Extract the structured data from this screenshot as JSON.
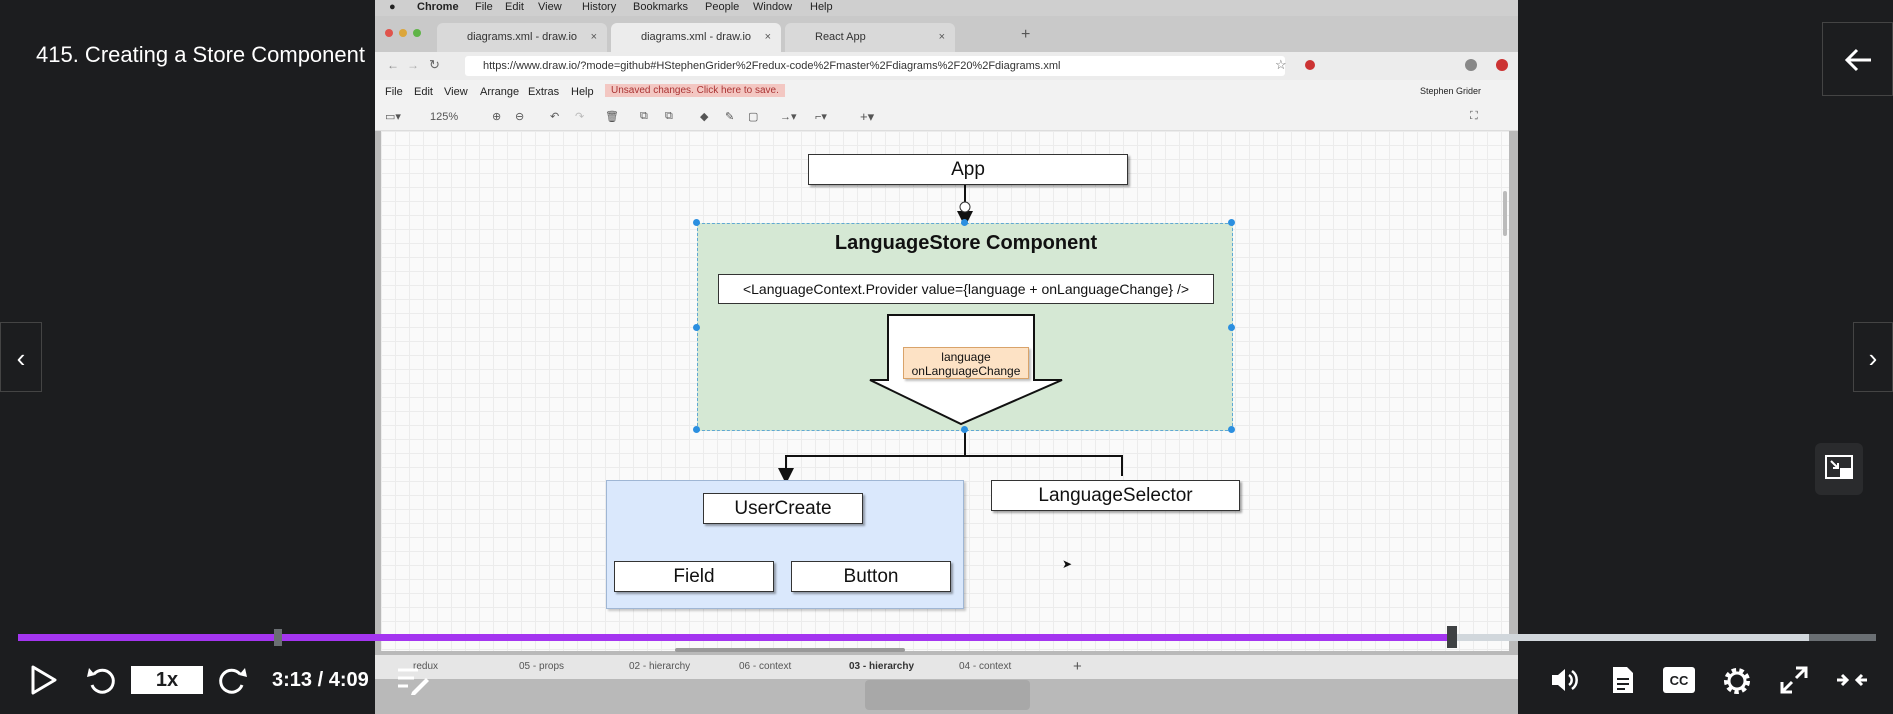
{
  "lesson": {
    "title": "415. Creating a Store Component"
  },
  "mac_menu": {
    "app": "Chrome",
    "items": [
      "File",
      "Edit",
      "View",
      "History",
      "Bookmarks",
      "People",
      "Window",
      "Help"
    ]
  },
  "browser": {
    "tabs": [
      "diagrams.xml - draw.io",
      "diagrams.xml - draw.io",
      "React App"
    ],
    "url": "https://www.draw.io/?mode=github#HStephenGrider%2Fredux-code%2Fmaster%2Fdiagrams%2F20%2Fdiagrams.xml",
    "user": "Stephen Grider"
  },
  "drawio": {
    "menu": [
      "File",
      "Edit",
      "View",
      "Arrange",
      "Extras",
      "Help"
    ],
    "unsaved": "Unsaved changes. Click here to save.",
    "zoom": "125%",
    "pages": [
      "redux",
      "05 - props",
      "02 - hierarchy",
      "06 - context",
      "03 - hierarchy",
      "04 - context"
    ],
    "active_page": "03 - hierarchy"
  },
  "diagram": {
    "app": "App",
    "store_title": "LanguageStore Component",
    "provider": "<LanguageContext.Provider value={language + onLanguageChange} />",
    "values_1": "language",
    "values_2": "onLanguageChange",
    "user_create": "UserCreate",
    "field": "Field",
    "button": "Button",
    "language_selector": "LanguageSelector"
  },
  "player": {
    "speed": "1x",
    "time": "3:13 / 4:09",
    "progress": 0.772,
    "buffered": 0.964,
    "accent": "#a435f0"
  },
  "icons": [
    "play-icon",
    "rewind-icon",
    "forward-icon",
    "notes-icon",
    "volume-icon",
    "transcript-icon",
    "captions-icon",
    "settings-icon",
    "fullscreen-icon",
    "exit-theater-icon",
    "back-arrow-icon",
    "prev-icon",
    "next-icon",
    "pip-icon"
  ]
}
